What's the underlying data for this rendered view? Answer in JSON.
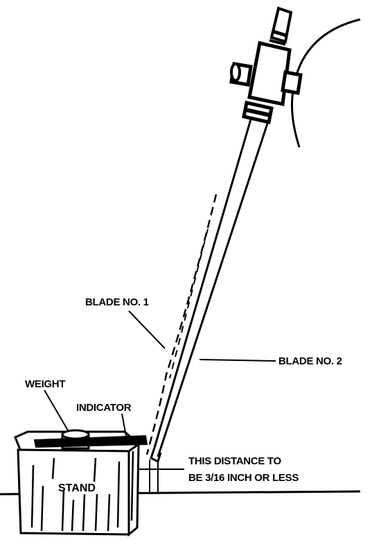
{
  "labels": {
    "blade1": "BLADE NO. 1",
    "blade2": "BLADE NO. 2",
    "weight": "WEIGHT",
    "indicator": "INDICATOR",
    "distance_line1": "THIS DISTANCE TO",
    "distance_line2": "BE 3/16 INCH OR LESS",
    "stand": "STAND"
  },
  "colors": {
    "ink": "#000000",
    "paper": "#ffffff"
  }
}
